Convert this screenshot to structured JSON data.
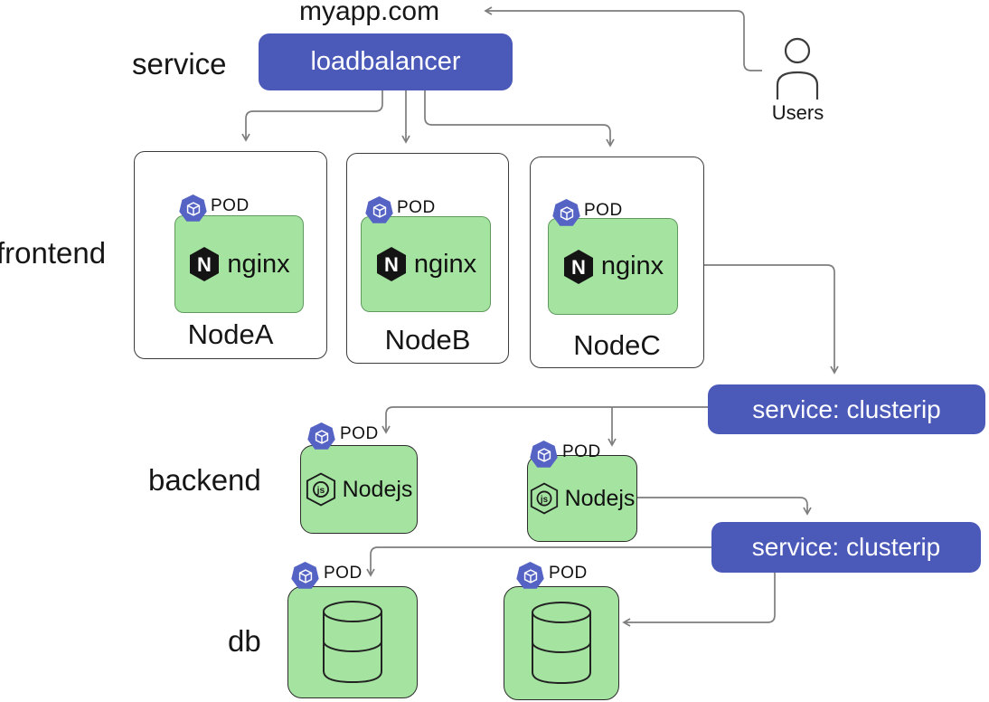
{
  "labels": {
    "domain": "myapp.com",
    "users": "Users",
    "service_tier": "service",
    "frontend_tier": "frontend",
    "backend_tier": "backend",
    "db_tier": "db",
    "loadbalancer": "loadbalancer",
    "clusterip_1": "service: clusterip",
    "clusterip_2": "service: clusterip",
    "pod": "POD"
  },
  "frontend_nodes": [
    {
      "name": "NodeA",
      "app": "nginx"
    },
    {
      "name": "NodeB",
      "app": "nginx"
    },
    {
      "name": "NodeC",
      "app": "nginx"
    }
  ],
  "backend_pods": [
    {
      "app": "Nodejs"
    },
    {
      "app": "Nodejs"
    }
  ],
  "db_pods": [
    {
      "icon": "database-cylinder-icon"
    },
    {
      "icon": "database-cylinder-icon"
    }
  ],
  "logo": {
    "nginx_letter": "N",
    "nodejs_letters": "js"
  },
  "colors": {
    "service_blue": "#4b59b9",
    "pod_badge_blue": "#5563c4",
    "pod_green": "#a5e3a1",
    "connector_gray": "#7d7d7d",
    "text_black": "#161616"
  }
}
